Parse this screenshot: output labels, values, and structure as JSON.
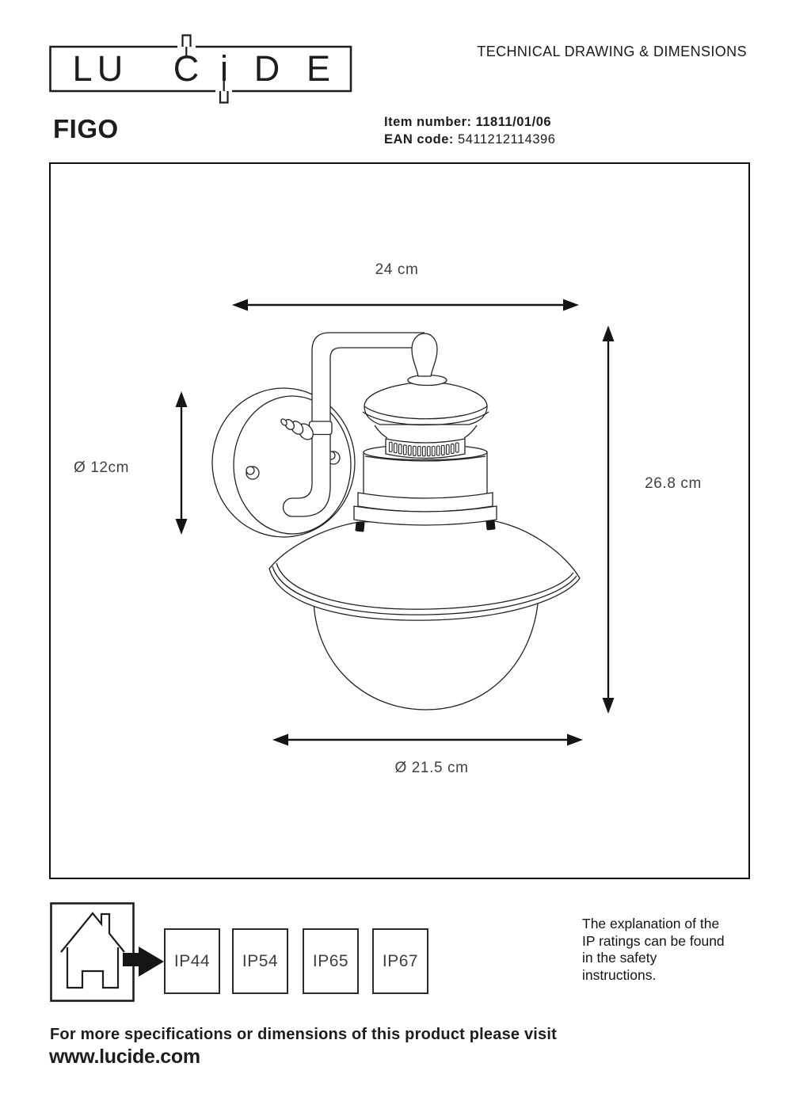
{
  "header": {
    "logo_letters": [
      "L",
      "U",
      "C",
      "i",
      "D",
      "E"
    ],
    "doc_title": "TECHNICAL DRAWING & DIMENSIONS",
    "product_name": "FIGO",
    "item_number_label": "Item number:",
    "item_number_value": "11811/01/06",
    "ean_label": "EAN code:",
    "ean_value": "5411212114396"
  },
  "drawing": {
    "dim_width": "24 cm",
    "dim_height": "26.8 cm",
    "dim_backplate": "Ø 12cm",
    "dim_shade": "Ø 21.5 cm"
  },
  "footer": {
    "ip_ratings": [
      "IP44",
      "IP54",
      "IP65",
      "IP67"
    ],
    "ip_note_lines": [
      "The explanation of the",
      "IP ratings can be found",
      "in the safety",
      "instructions."
    ],
    "visit_text": "For more specifications or dimensions of this product please visit",
    "website": "www.lucide.com"
  },
  "colors": {
    "ink": "#1d1d1b",
    "label_gray": "#414141"
  }
}
